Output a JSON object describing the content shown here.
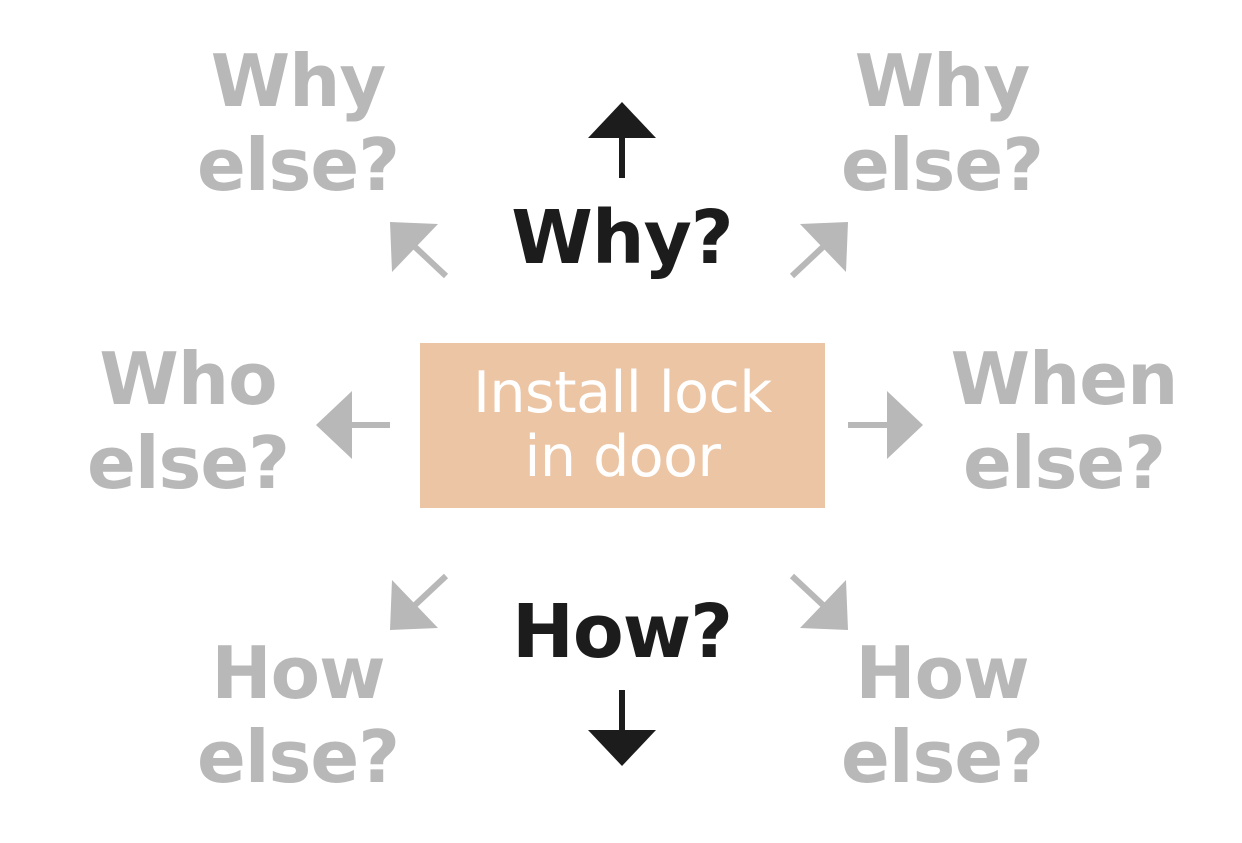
{
  "center": {
    "line1": "Install lock",
    "line2": "in door"
  },
  "why": {
    "text": "Why?"
  },
  "how": {
    "text": "How?"
  },
  "why_else_left": {
    "line1": "Why",
    "line2": "else?"
  },
  "why_else_right": {
    "line1": "Why",
    "line2": "else?"
  },
  "who_else": {
    "line1": "Who",
    "line2": "else?"
  },
  "when_else": {
    "line1": "When",
    "line2": "else?"
  },
  "how_else_left": {
    "line1": "How",
    "line2": "else?"
  },
  "how_else_right": {
    "line1": "How",
    "line2": "else?"
  },
  "colors": {
    "box": "#ecc5a5",
    "faded": "#b8b8b8",
    "dark": "#1c1c1c"
  }
}
